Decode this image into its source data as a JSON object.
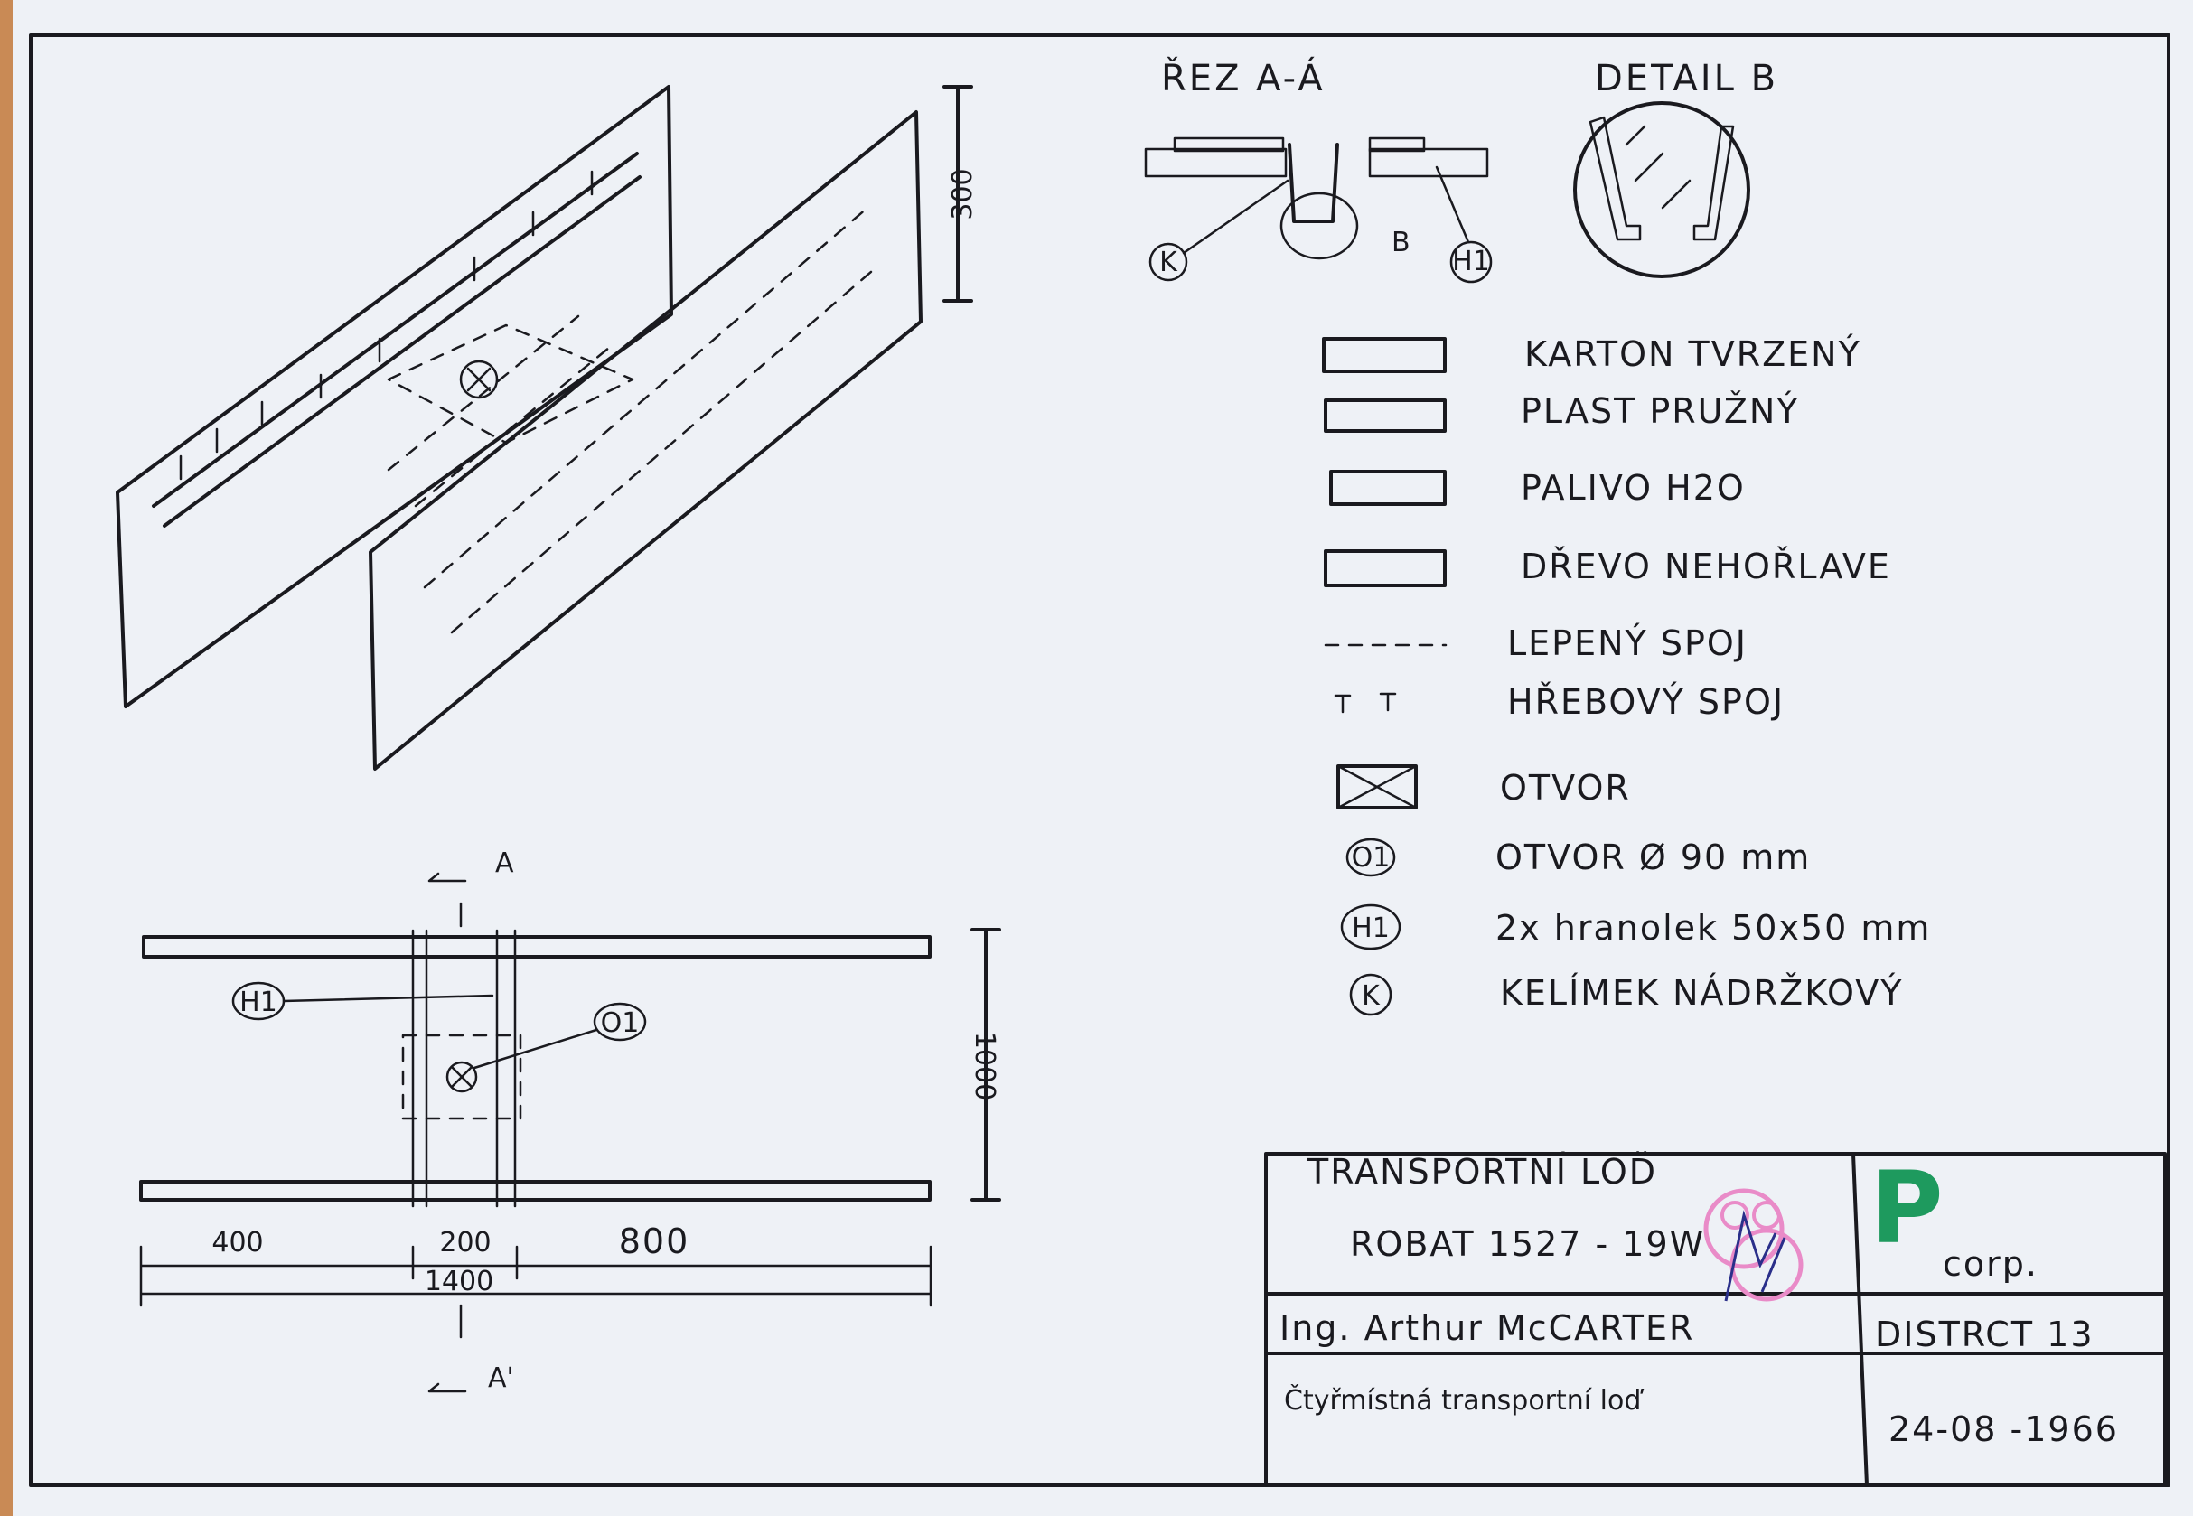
{
  "section": {
    "title": "ŘEZ A-Á",
    "label_k": "K",
    "label_b": "B",
    "label_h1": "H1"
  },
  "detail": {
    "title": "DETAIL B"
  },
  "iso_view": {
    "dimension": "300"
  },
  "plan_view": {
    "section_mark_top": "A",
    "section_mark_bottom": "A'",
    "label_h1": "H1",
    "label_o1": "O1",
    "dim_height": "1000",
    "dim_left": "400",
    "dim_middle": "200",
    "dim_right": "800",
    "dim_total": "1400"
  },
  "legend": {
    "items": [
      {
        "symbol": "hatch-diagonal",
        "label": "KARTON TVRZENÝ"
      },
      {
        "symbol": "hatch-dotted",
        "label": "PLAST PRUŽNÝ"
      },
      {
        "symbol": "hatch-wave",
        "label": "PALIVO H2O"
      },
      {
        "symbol": "hatch-wood",
        "label": "DŘEVO NEHOŘLAVE"
      },
      {
        "symbol": "dashed-line",
        "label": "LEPENÝ SPOJ"
      },
      {
        "symbol": "nail-marks",
        "label": "HŘEBOVÝ SPOJ"
      },
      {
        "symbol": "crossed-box",
        "label": "OTVOR"
      },
      {
        "symbol": "O1",
        "label": "OTVOR Ø 90 mm"
      },
      {
        "symbol": "H1",
        "label": "2x hranolek 50x50 mm"
      },
      {
        "symbol": "K",
        "label": "KELÍMEK NÁDRŽKOVÝ"
      }
    ]
  },
  "title_block": {
    "project": "TRANSPORTNÍ LOĎ",
    "model": "ROBAT 1527 - 19W",
    "engineer": "Ing. Arthur McCARTER",
    "description": "Čtyřmístná transportní loď",
    "company_logo_letter": "P",
    "company_suffix": "corp.",
    "district": "DISTRCT 13",
    "date": "24-08 -1966",
    "signature": "MC"
  },
  "colors": {
    "ink": "#1a1a1f",
    "paper": "#eef1f6",
    "logo_green": "#1e9a5e",
    "stamp_pink": "#e98bc8",
    "signature_blue": "#2a2f8a"
  }
}
